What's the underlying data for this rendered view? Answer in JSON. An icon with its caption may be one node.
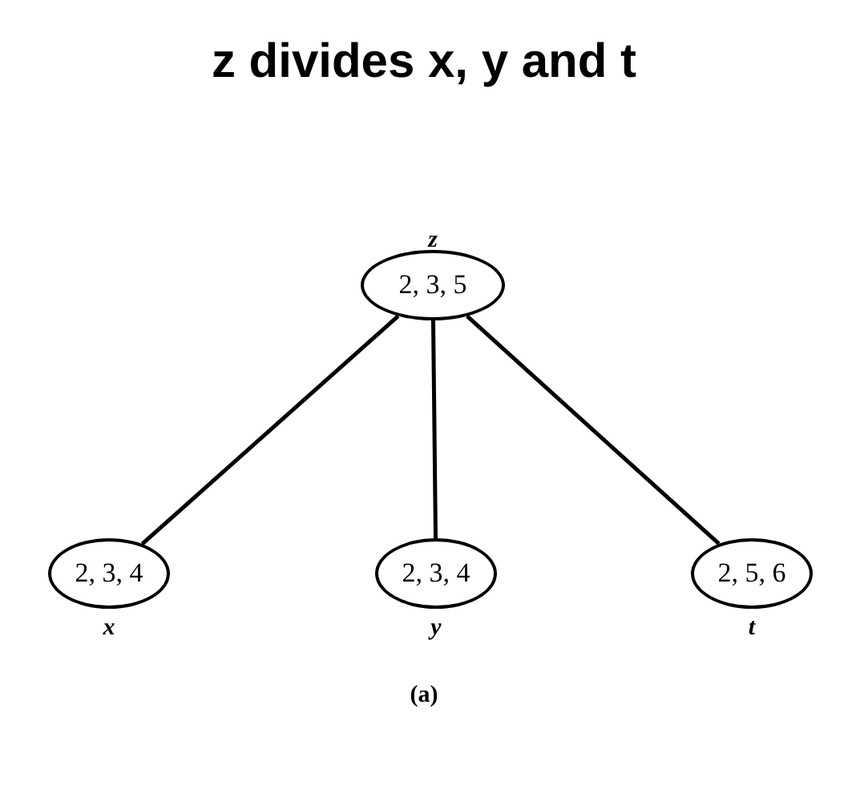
{
  "diagram": {
    "title": "z divides x, y and t",
    "nodes": [
      {
        "text": [
          "2, 3, 5"
        ],
        "beside": [
          "z"
        ]
      },
      {
        "text": [
          "2, 3, 4"
        ],
        "beside": [
          "x"
        ]
      },
      {
        "text": [
          "2, 3, 4"
        ],
        "beside": [
          "y"
        ]
      },
      {
        "text": [
          "2, 5, 6"
        ],
        "beside": [
          "t"
        ]
      }
    ],
    "edges": [
      {
        "from": 0,
        "to": 1,
        "arrow": "none"
      },
      {
        "from": 0,
        "to": 2,
        "arrow": "none"
      },
      {
        "from": 0,
        "to": 3,
        "arrow": "none"
      }
    ],
    "caption": "(a)"
  }
}
